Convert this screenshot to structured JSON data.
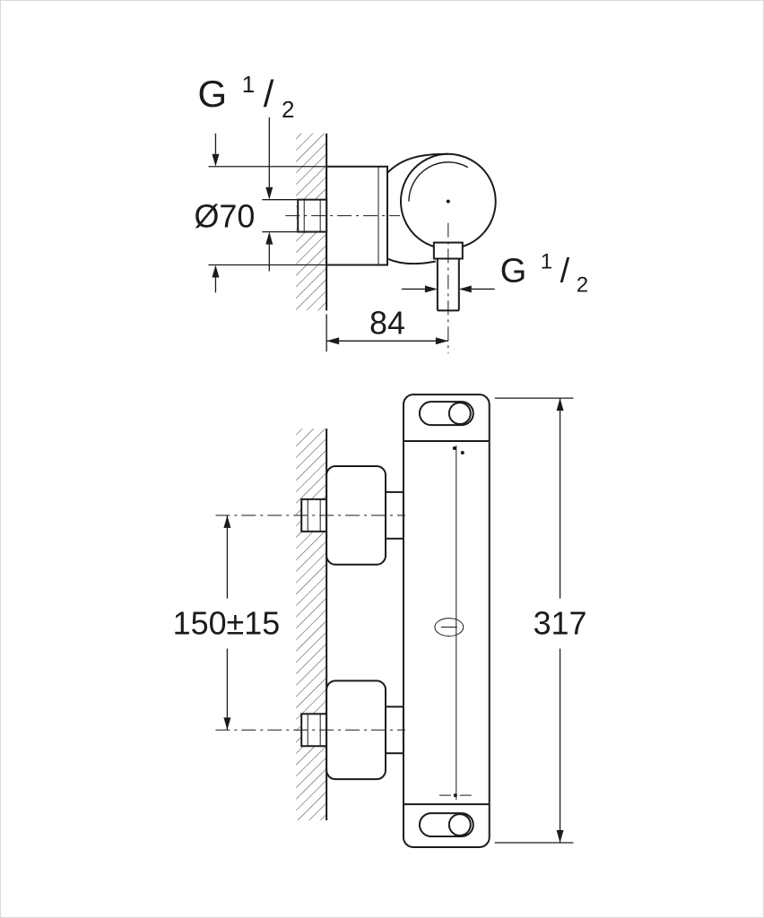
{
  "page": {
    "background_color": "#ffffff",
    "frame_color": "#d9d9d9",
    "ink_color": "#1b1b1b",
    "hatch_color": "#3a3a3a"
  },
  "labels": {
    "top_thread": {
      "prefix": "G",
      "numerator": "1",
      "slash": "/",
      "denominator": "2"
    },
    "flange_diameter": "Ø70",
    "wall_to_outlet": "84",
    "outlet_thread": {
      "prefix": "G",
      "numerator": "1",
      "slash": "/",
      "denominator": "2"
    },
    "union_spacing": "150±15",
    "overall_height": "317"
  }
}
